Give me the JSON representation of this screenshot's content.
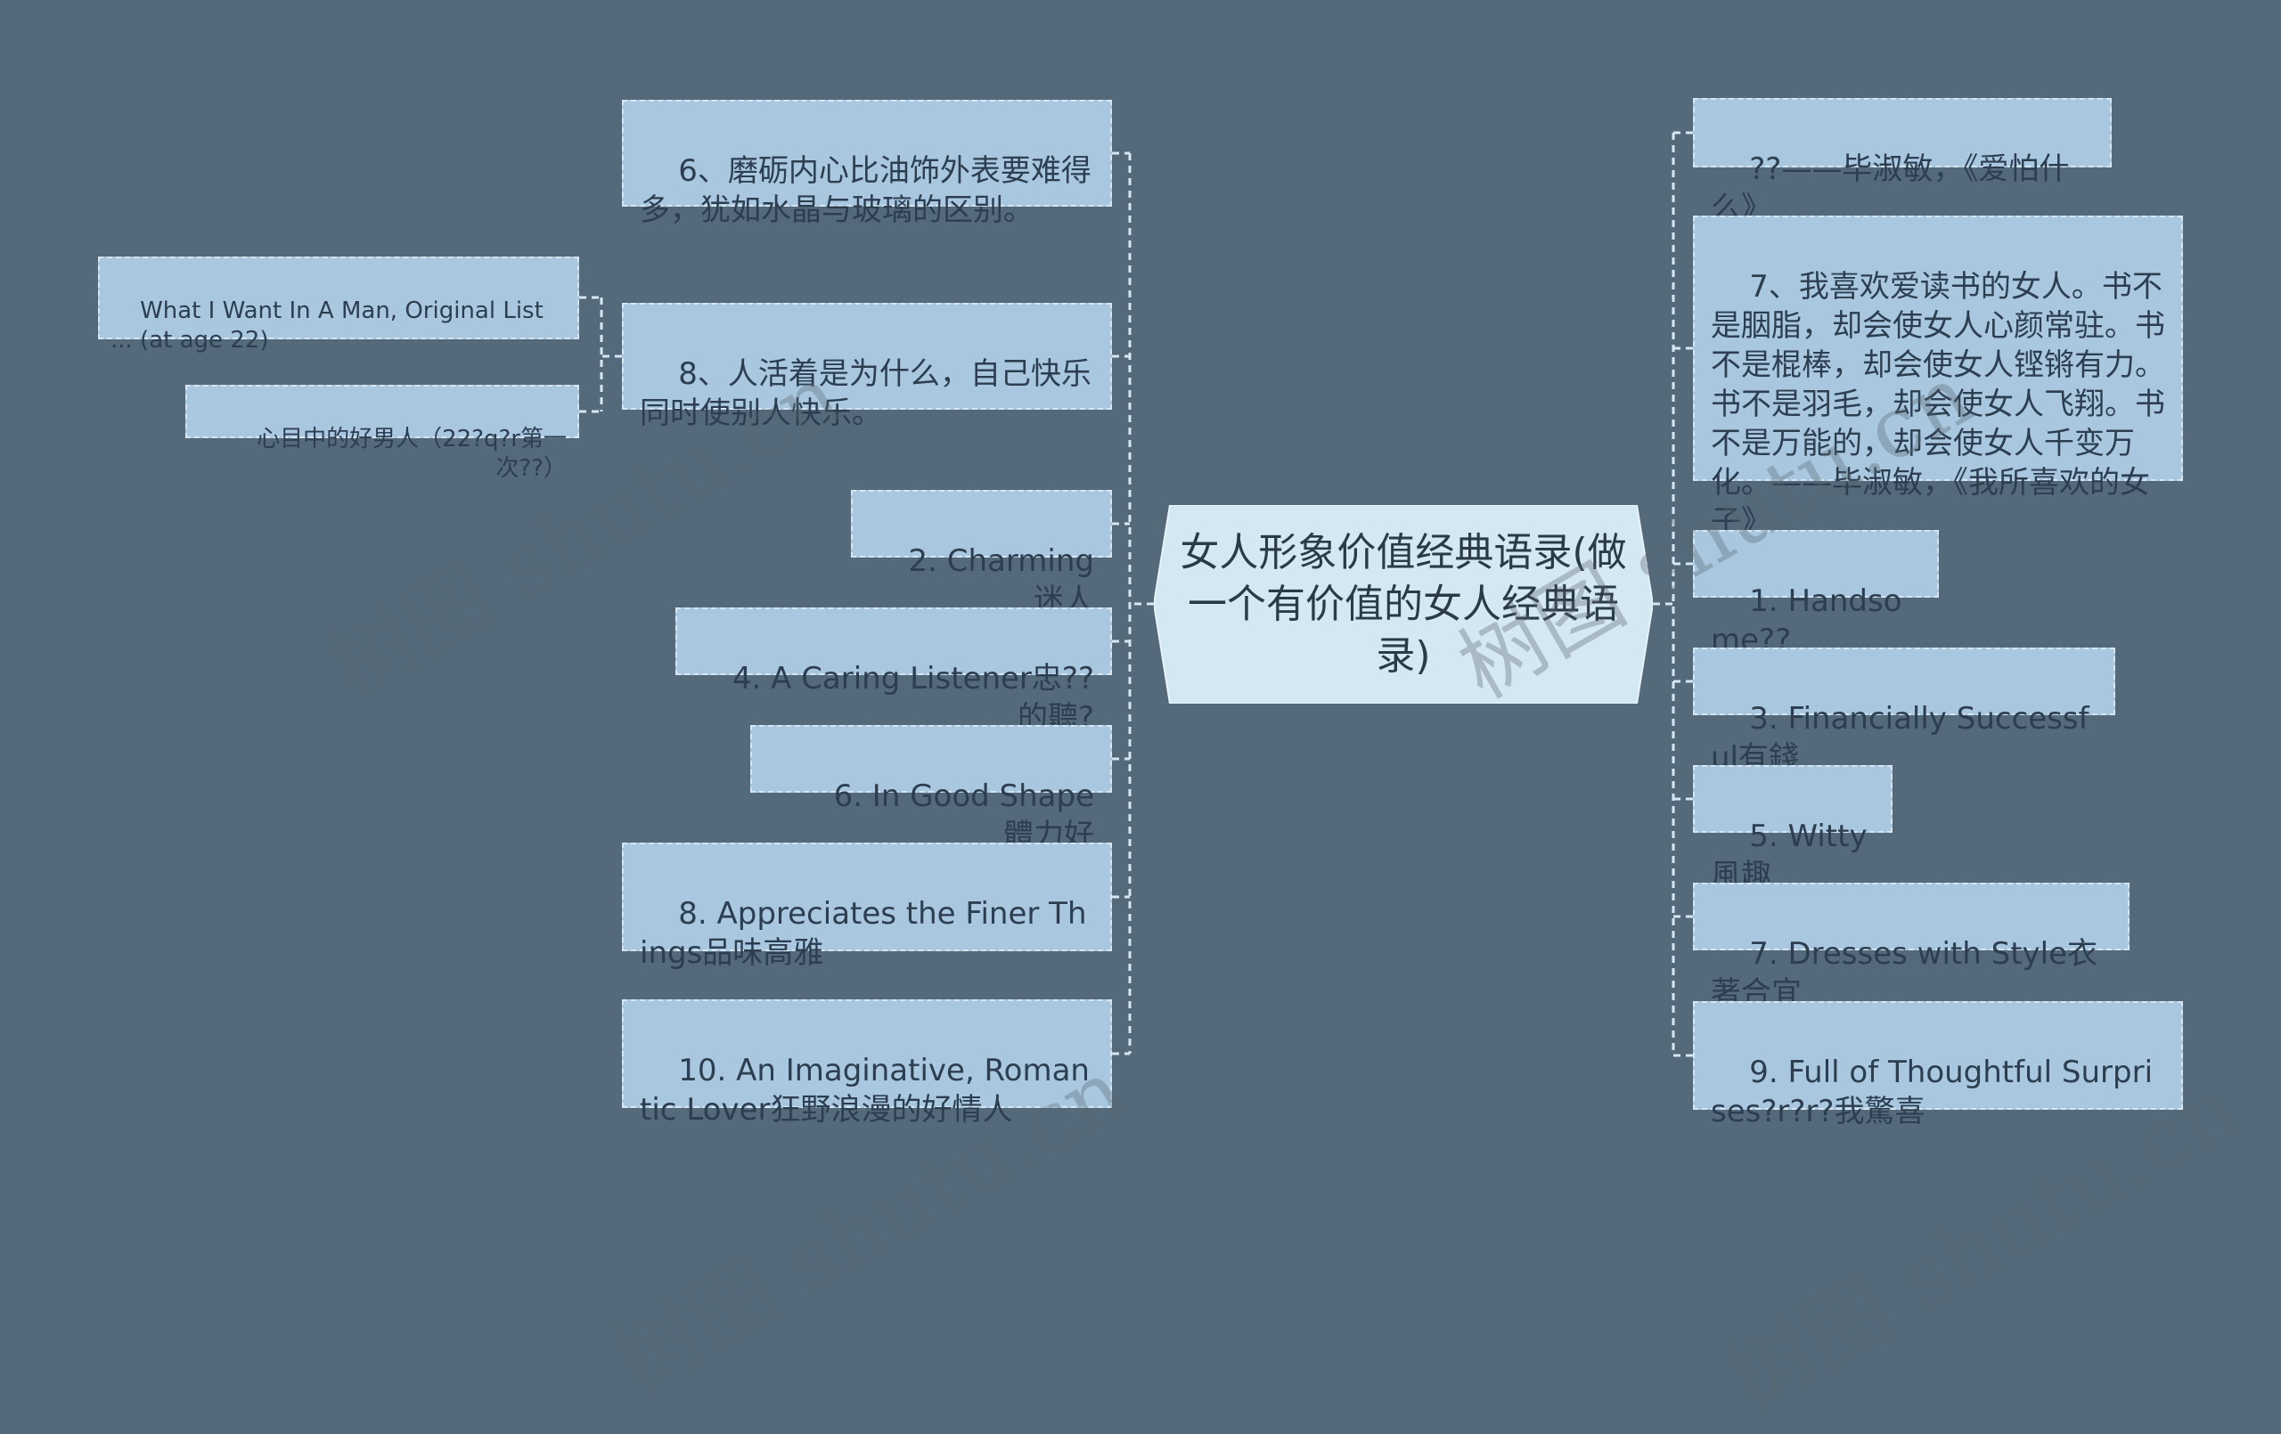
{
  "center": {
    "label": "女人形象价值经典语录(做一个有价值的女人经典语录)"
  },
  "left_nodes": [
    {
      "label": "6、磨砺内心比油饰外表要难得多，犹如水晶与玻璃的区别。"
    },
    {
      "label": "8、人活着是为什么，自己快乐同时使别人快乐。"
    },
    {
      "label": "2. Charming迷人"
    },
    {
      "label": "4. A Caring Listener忠??的聽?"
    },
    {
      "label": "6. In Good Shape體力好"
    },
    {
      "label": "8. Appreciates the Finer Things品味高雅"
    },
    {
      "label": "10. An Imaginative, Romantic Lover狂野浪漫的好情人"
    }
  ],
  "far_left_nodes": [
    {
      "label": "What I Want In A Man, Original List ... (at age 22)"
    },
    {
      "label": "心目中的好男人（22?q?r第一次??）"
    }
  ],
  "right_nodes": [
    {
      "label": "??——毕淑敏，《爱怕什么》"
    },
    {
      "label": "7、我喜欢爱读书的女人。书不是胭脂，却会使女人心颜常驻。书不是棍棒，却会使女人铿锵有力。书不是羽毛，却会使女人飞翔。书不是万能的，却会使女人千变万化。——毕淑敏，《我所喜欢的女子》"
    },
    {
      "label": "1. Handsome??"
    },
    {
      "label": "3. Financially Successful有錢"
    },
    {
      "label": "5. Witty風趣"
    },
    {
      "label": "7. Dresses with Style衣著合宜"
    },
    {
      "label": "9. Full of Thoughtful Surprises?r?r?我驚喜"
    }
  ],
  "colors": {
    "background": "#546a7b",
    "node_fill": "#a9c8e0",
    "node_border": "#d6e6f2",
    "center_fill": "#d4e8f4",
    "link": "#d6e6f2",
    "text": "#2c3e50"
  }
}
